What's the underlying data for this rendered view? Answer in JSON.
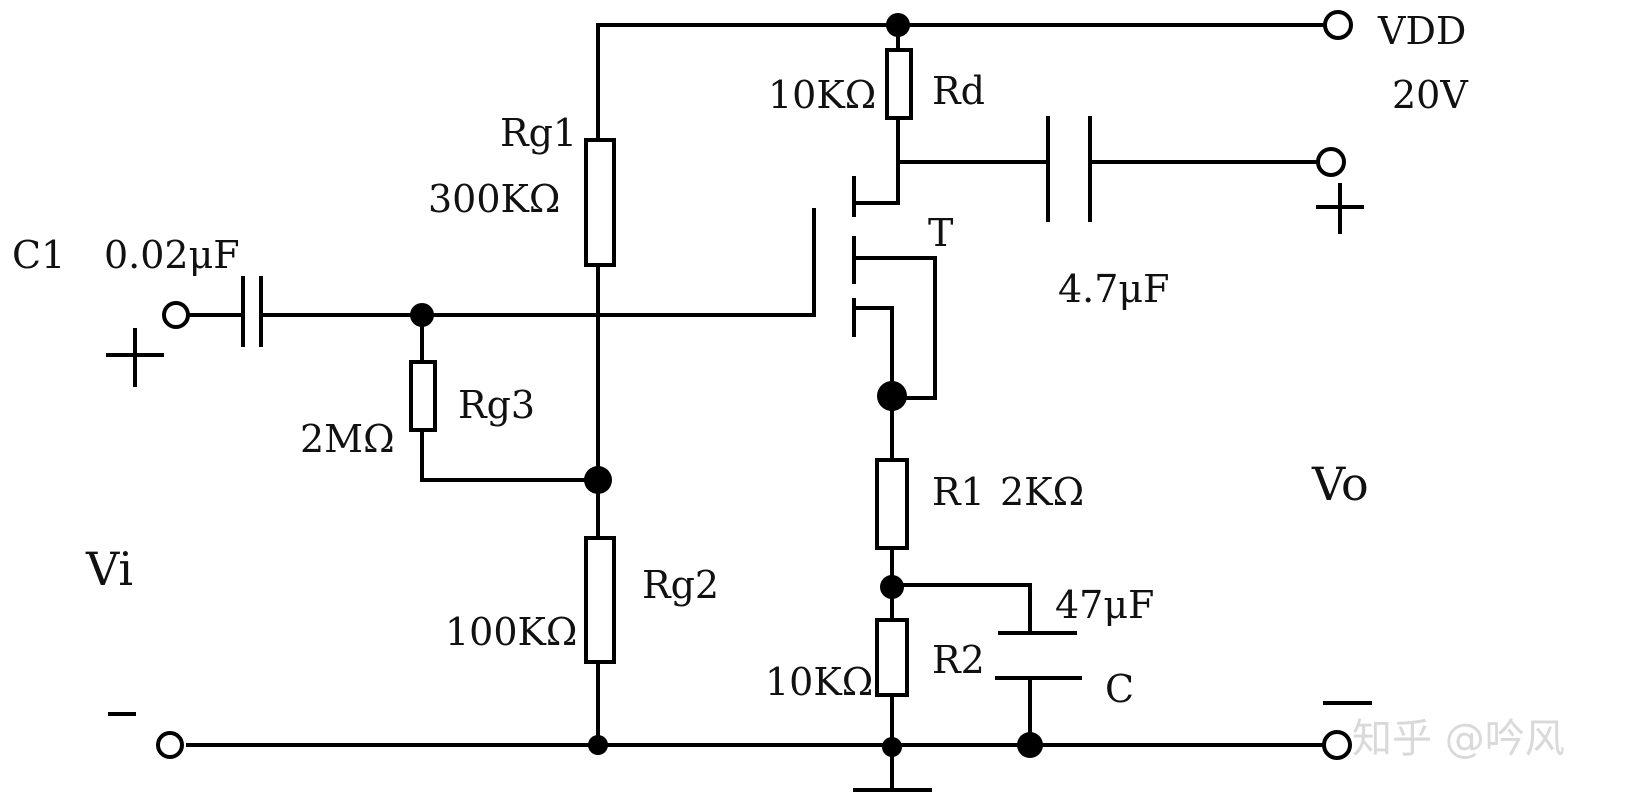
{
  "diagram": {
    "supply": {
      "name": "VDD",
      "voltage": "20V"
    },
    "labels": {
      "c1_name": "C1",
      "c1_value": "0.02μF",
      "rg1_name": "Rg1",
      "rg1_value": "300KΩ",
      "rg2_name": "Rg2",
      "rg2_value": "100KΩ",
      "rg3_name": "Rg3",
      "rg3_value": "2MΩ",
      "rd_name": "Rd",
      "rd_value": "10KΩ",
      "transistor": "T",
      "c2_value": "4.7μF",
      "r1_name": "R1",
      "r1_value": "2KΩ",
      "r2_name": "R2",
      "r2_value": "10KΩ",
      "cs_value": "47μF",
      "cs_name": "C",
      "input": "Vi",
      "output": "Vo",
      "plus": "+",
      "minus": "-"
    },
    "watermark": "知乎 @吟风",
    "colors": {
      "wire": "#000000",
      "background": "#ffffff",
      "watermark": "#d9d9d9"
    }
  }
}
